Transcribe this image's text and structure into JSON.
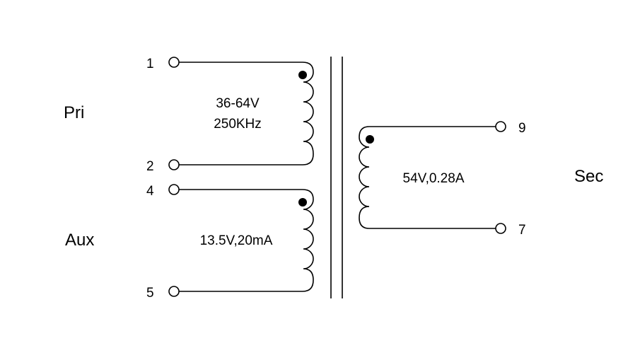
{
  "winding_labels": {
    "primary": "Pri",
    "auxiliary": "Aux",
    "secondary": "Sec"
  },
  "primary": {
    "pin_start": "1",
    "pin_end": "2",
    "voltage": "36-64V",
    "frequency": "250KHz"
  },
  "auxiliary": {
    "pin_start": "4",
    "pin_end": "5",
    "rating": "13.5V,20mA"
  },
  "secondary": {
    "pin_start": "9",
    "pin_end": "7",
    "rating": "54V,0.28A"
  }
}
